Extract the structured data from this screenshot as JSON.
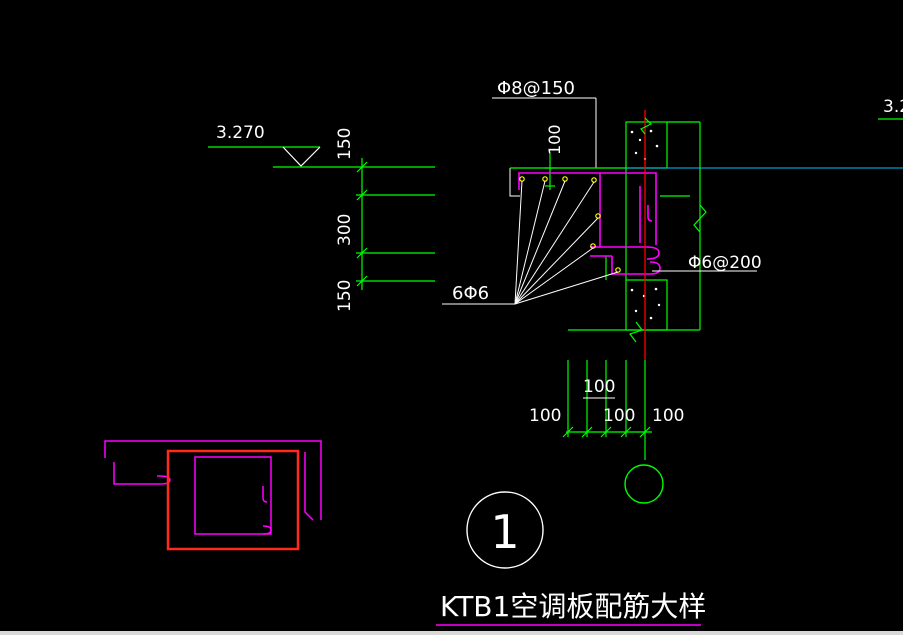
{
  "labels": {
    "elevation_main": "3.270",
    "elevation_clipped": "3.2",
    "rebar_top": "Φ8@150",
    "rebar_side": "Φ6@200",
    "rebar_bundle": "6Φ6",
    "dim_top": "100",
    "dim_150a": "150",
    "dim_300": "300",
    "dim_150b": "150",
    "dim_bottom_top": "100",
    "dim_bottom_left": "100",
    "dim_bottom_mid": "100",
    "dim_bottom_right": "100",
    "detail_number": "1",
    "drawing_title": "KTB1空调板配筋大样"
  },
  "colors": {
    "background": "#000000",
    "dimension": "#00ff00",
    "text": "#ffffff",
    "rebar": "#ff00ff",
    "concrete_outline": "#00ff00",
    "axis": "#ff0000",
    "highlight": "#ff2a1a",
    "grid_line": "#00bfff"
  }
}
